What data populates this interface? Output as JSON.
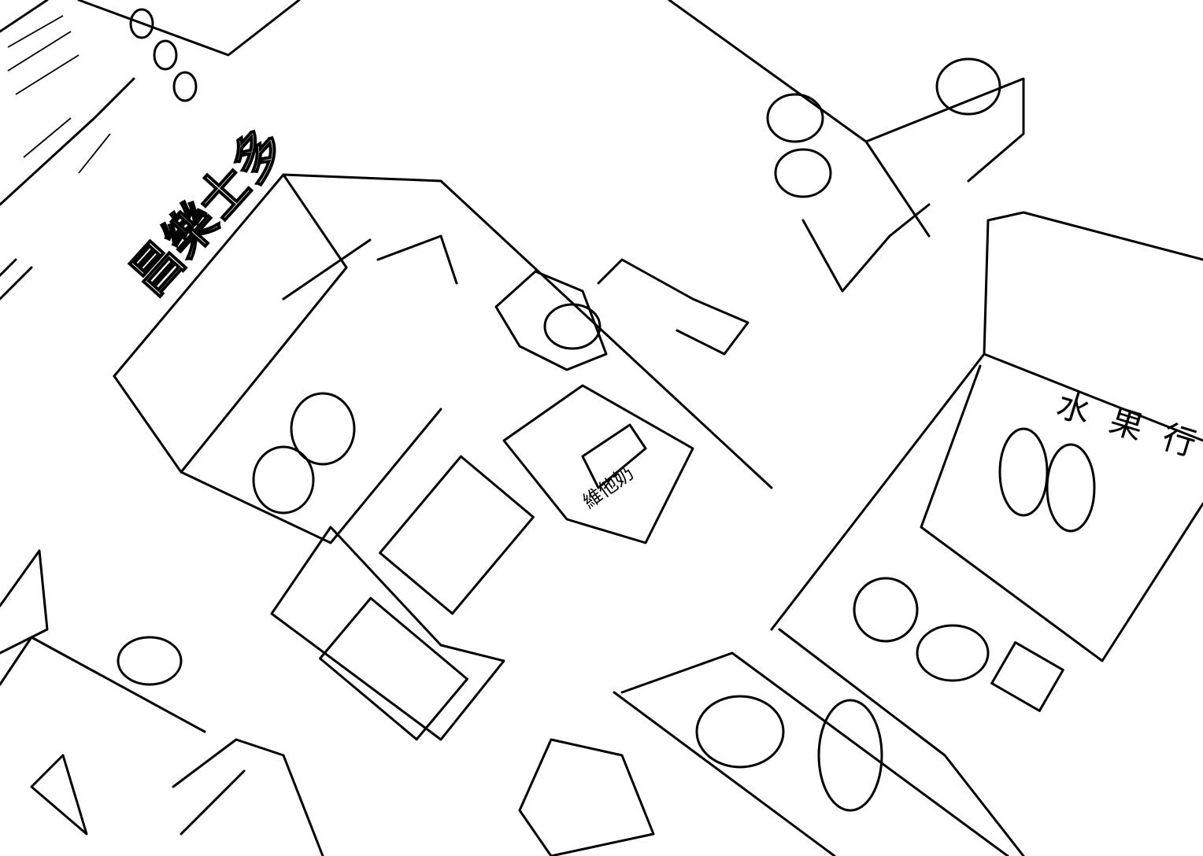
{
  "illustration": {
    "store_banner": "昌樂士多",
    "drink_sign": "維他奶",
    "fruit_shop_sign": "水果行"
  },
  "colors": {
    "line": "#000000",
    "paper": "#ffffff"
  }
}
